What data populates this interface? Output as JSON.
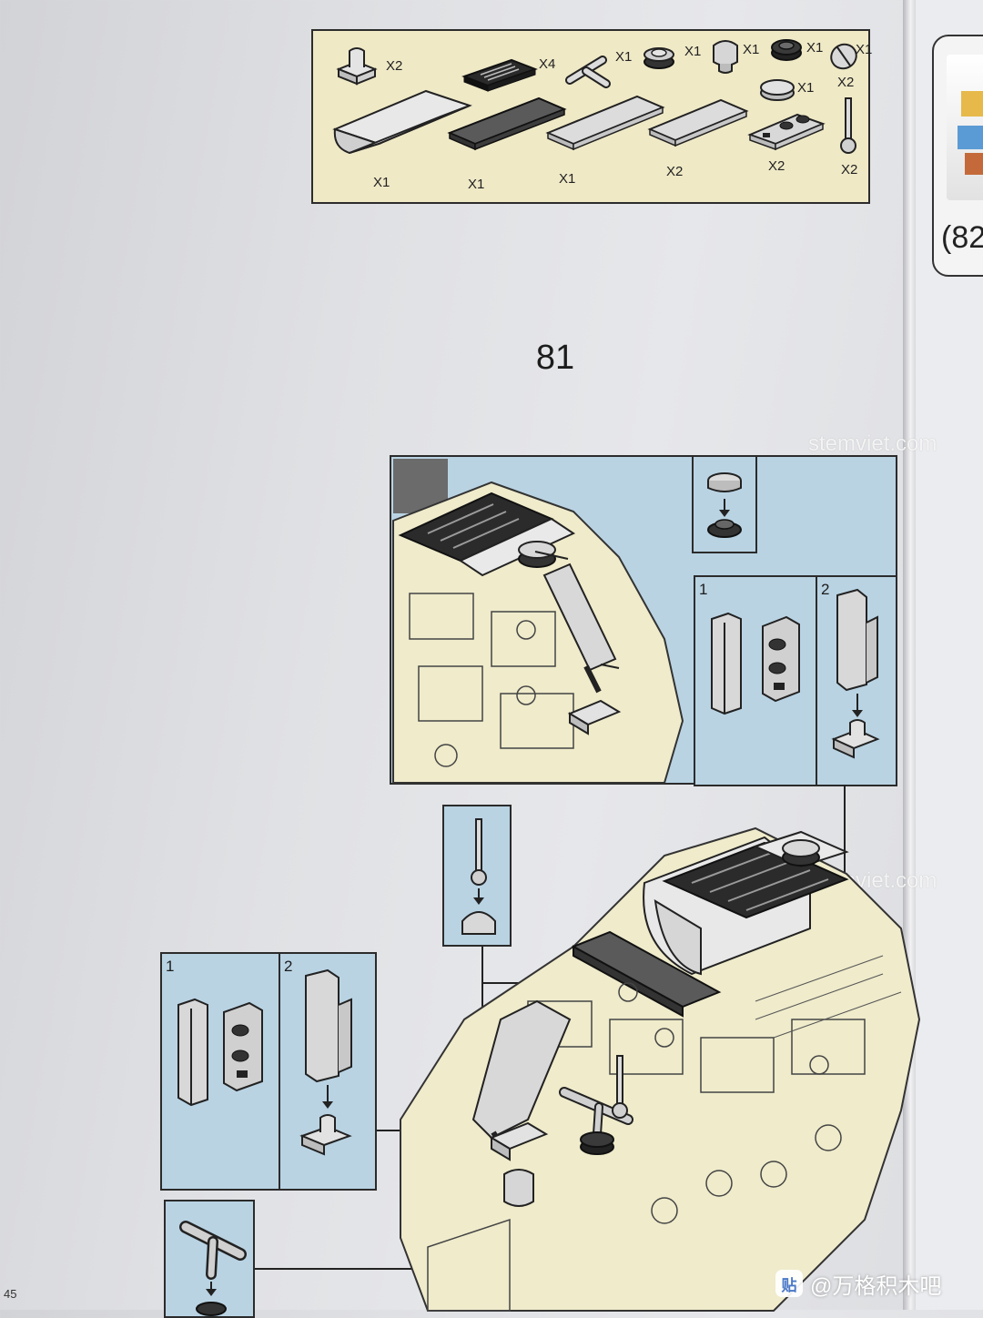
{
  "parts_list": {
    "quantities": {
      "clip_plate": "X2",
      "grille_tile": "X4",
      "t_bar": "X1",
      "round_plate_dark": "X1",
      "round_brick_cone": "X1",
      "round_plate_black": "X1",
      "dish": "X1",
      "curved_slope": "X1",
      "dark_tile": "X1",
      "tile_1x4": "X1",
      "tile_1x3": "X2",
      "round_tile": "X1",
      "hinge_plate": "X2",
      "antenna": "X2",
      "dish_alt": "X2"
    }
  },
  "step": {
    "number": "81"
  },
  "next_step": {
    "label": "(82"
  },
  "callouts": {
    "upper_sub_1": "1",
    "upper_sub_2": "2",
    "lower_sub_1": "1",
    "lower_sub_2": "2"
  },
  "watermarks": {
    "top": "stemviet.com",
    "middle": "stemviet.com"
  },
  "footer": {
    "page_number": "45",
    "badge_icon": "贴",
    "badge_text": "@万格积木吧"
  },
  "colors": {
    "parts_background": "#efe9c6",
    "panel_background": "#b9d3e3",
    "model_body": "#efebcb",
    "part_light_gray": "#d5d6d8",
    "part_dark_gray": "#4b4b4b"
  }
}
